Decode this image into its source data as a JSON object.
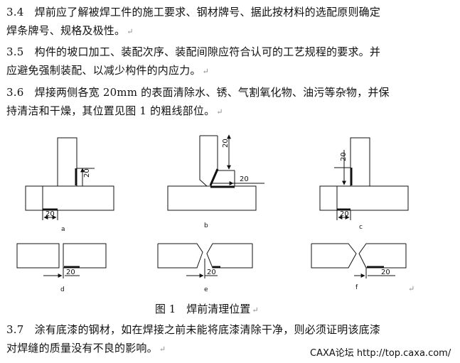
{
  "paragraphs": [
    {
      "lines": [
        "3.4　焊前应了解被焊工件的施工要求、钢材牌号、据此按材料的选配原则确定",
        "焊条牌号、规格及极性。"
      ]
    },
    {
      "lines": [
        "3.5　构件的坡口加工、装配次序、装配间隙应符合认可的工艺规程的要求。并",
        "应避免强制装配、以减少构件的内应力。"
      ]
    },
    {
      "lines": [
        "3.6　焊接两侧各宽 20mm 的表面清除水、锈、气割氧化物、油污等杂物，并保",
        "持清洁和干燥，其位置见图 1 的粗线部位。"
      ]
    },
    {
      "lines": [
        "3.7　涂有底漆的钢材，如在焊接之前未能将底漆清除干净，则必须证明该底漆",
        "对焊缝的质量没有不良的影响。"
      ]
    }
  ],
  "para_mark": "↵",
  "figure": {
    "caption": "图 1　焊前清理位置",
    "dimension": "20",
    "labels": [
      "a",
      "b",
      "c",
      "d",
      "e",
      "f"
    ]
  },
  "watermark": "CAXA论坛 http://top.caxa.com/"
}
